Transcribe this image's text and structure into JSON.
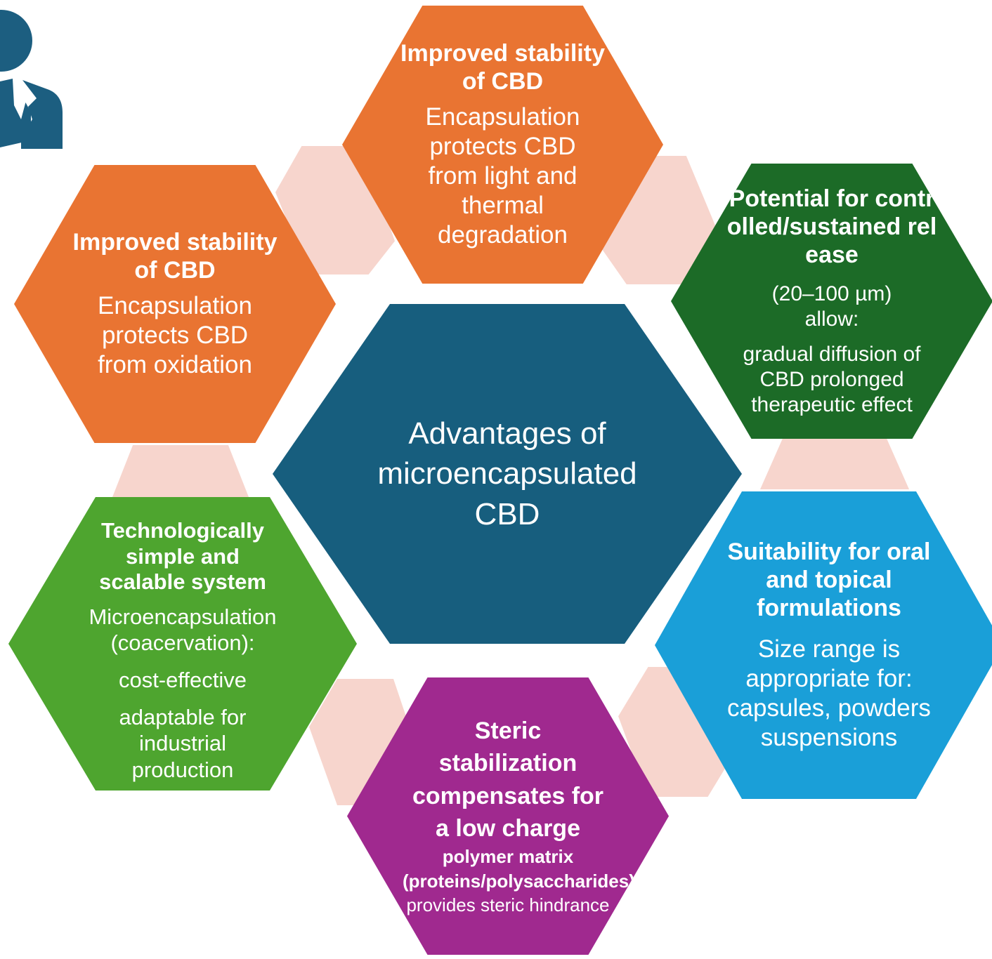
{
  "center": {
    "title": "Advantages of microencapsulated CBD",
    "color": "#175e7e"
  },
  "colors": {
    "orange": "#e97432",
    "dark_green": "#1c6b27",
    "green": "#4ea52f",
    "blue": "#1a9fd8",
    "purple": "#a0298f",
    "connector": "#f7d5cd",
    "person_icon": "#1c5e80"
  },
  "cards": {
    "stability_light": {
      "title": "Improved stability of CBD",
      "body": "Encapsulation protects CBD from light and thermal degradation"
    },
    "stability_oxidation": {
      "title": "Improved stability of CBD",
      "body": "Encapsulation protects CBD from oxidation"
    },
    "controlled_release": {
      "title": "Potential for controlled/sustained release",
      "body_1": "(20–100 µm) allow:",
      "body_2": "gradual diffusion of CBD prolonged therapeutic effect"
    },
    "scalable": {
      "title": "Technologically simple and scalable system",
      "body_1": "Microencapsulation (coacervation):",
      "body_2": "cost-effective",
      "body_3": "adaptable for industrial production"
    },
    "formulations": {
      "title": "Suitability for oral and topical formulations",
      "body": "Size range is appropriate for: capsules, powders suspensions"
    },
    "steric": {
      "title": "Steric stabilization compensates for a low charge",
      "body_bold": "polymer matrix (proteins/polysaccharides)",
      "body": "provides steric hindrance"
    }
  },
  "icons": {
    "person": "person-icon"
  }
}
